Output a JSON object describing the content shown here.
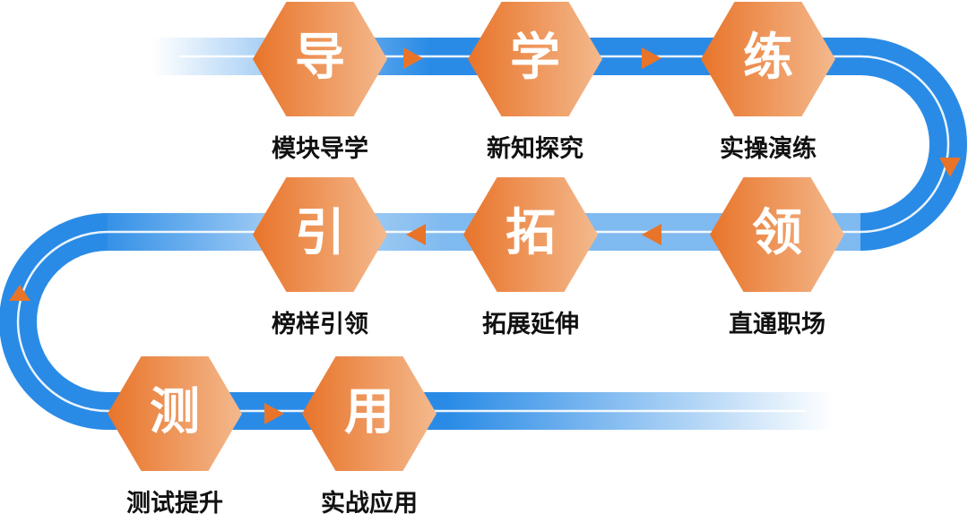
{
  "colors": {
    "band": "#2a8be6",
    "hex_dark": "#e8742a",
    "hex_light": "#f4b98d",
    "arrow": "#e8742a"
  },
  "steps": [
    {
      "char": "导",
      "label": "模块导学"
    },
    {
      "char": "学",
      "label": "新知探究"
    },
    {
      "char": "练",
      "label": "实操演练"
    },
    {
      "char": "领",
      "label": "直通职场"
    },
    {
      "char": "拓",
      "label": "拓展延伸"
    },
    {
      "char": "引",
      "label": "榜样引领"
    },
    {
      "char": "测",
      "label": "测试提升"
    },
    {
      "char": "用",
      "label": "实战应用"
    }
  ]
}
